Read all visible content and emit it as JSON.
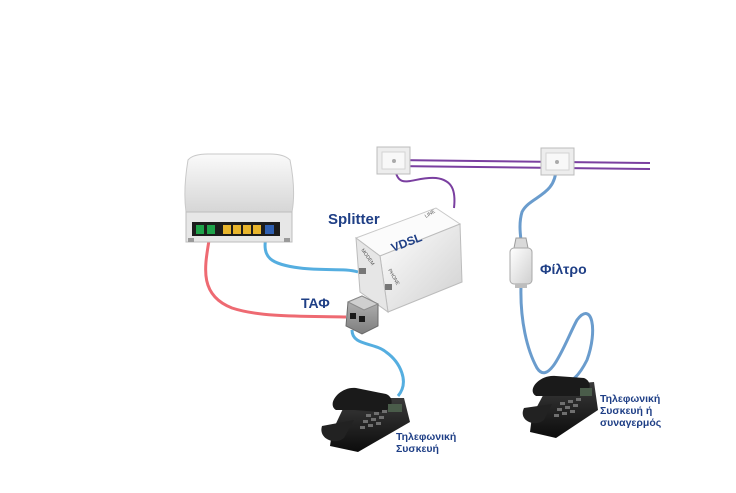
{
  "labels": {
    "splitter": "Splitter",
    "taf": "ΤΑΦ",
    "filter": "Φίλτρο",
    "phone1_line1": "Τηλεφωνική",
    "phone1_line2": "Συσκευή",
    "phone2_line1": "Τηλεφωνική",
    "phone2_line2": "Συσκευή ή",
    "phone2_line3": "συναγερμός"
  },
  "device_text": {
    "splitter_brand": "VDSL",
    "splitter_line_port": "LINE",
    "splitter_modem_port": "MODEM",
    "splitter_phone_port": "PHONE"
  },
  "colors": {
    "label_text": "#1f3f86",
    "phone_line_cable": "#7a3fa0",
    "dsl_cable": "#ee6a72",
    "telephone_cable": "#55aee0",
    "filter_cable": "#6a9ccd"
  }
}
